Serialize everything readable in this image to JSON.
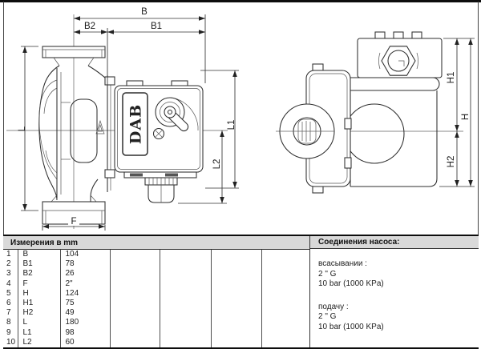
{
  "drawing": {
    "logo": "DAB",
    "labels": {
      "b": "B",
      "b1": "B1",
      "b2": "B2",
      "l": "L",
      "l1": "L1",
      "l2": "L2",
      "f": "F",
      "h": "H",
      "h1": "H1",
      "h2": "H2"
    }
  },
  "table": {
    "title": "Измерения в  mm",
    "rows": [
      {
        "num": "1",
        "name": "B",
        "value": "104"
      },
      {
        "num": "2",
        "name": "B1",
        "value": "78"
      },
      {
        "num": "3",
        "name": "B2",
        "value": "26"
      },
      {
        "num": "4",
        "name": "F",
        "value": "2\""
      },
      {
        "num": "5",
        "name": "H",
        "value": "124"
      },
      {
        "num": "6",
        "name": "H1",
        "value": "75"
      },
      {
        "num": "7",
        "name": "H2",
        "value": "49"
      },
      {
        "num": "8",
        "name": "L",
        "value": "180"
      },
      {
        "num": "9",
        "name": "L1",
        "value": "98"
      },
      {
        "num": "10",
        "name": "L2",
        "value": "60"
      }
    ]
  },
  "connections": {
    "title": "Соединения насоса:",
    "suction_label": "всасывании :",
    "suction_size": "2 \" G",
    "suction_pressure": "10 bar (1000 KPa)",
    "delivery_label": "подачу :",
    "delivery_size": "2 \" G",
    "delivery_pressure": "10 bar (1000 KPa)"
  },
  "colors": {
    "header_grey": "#d9d9d9",
    "line": "#2e2e2e",
    "frame": "#0d0d0d"
  }
}
